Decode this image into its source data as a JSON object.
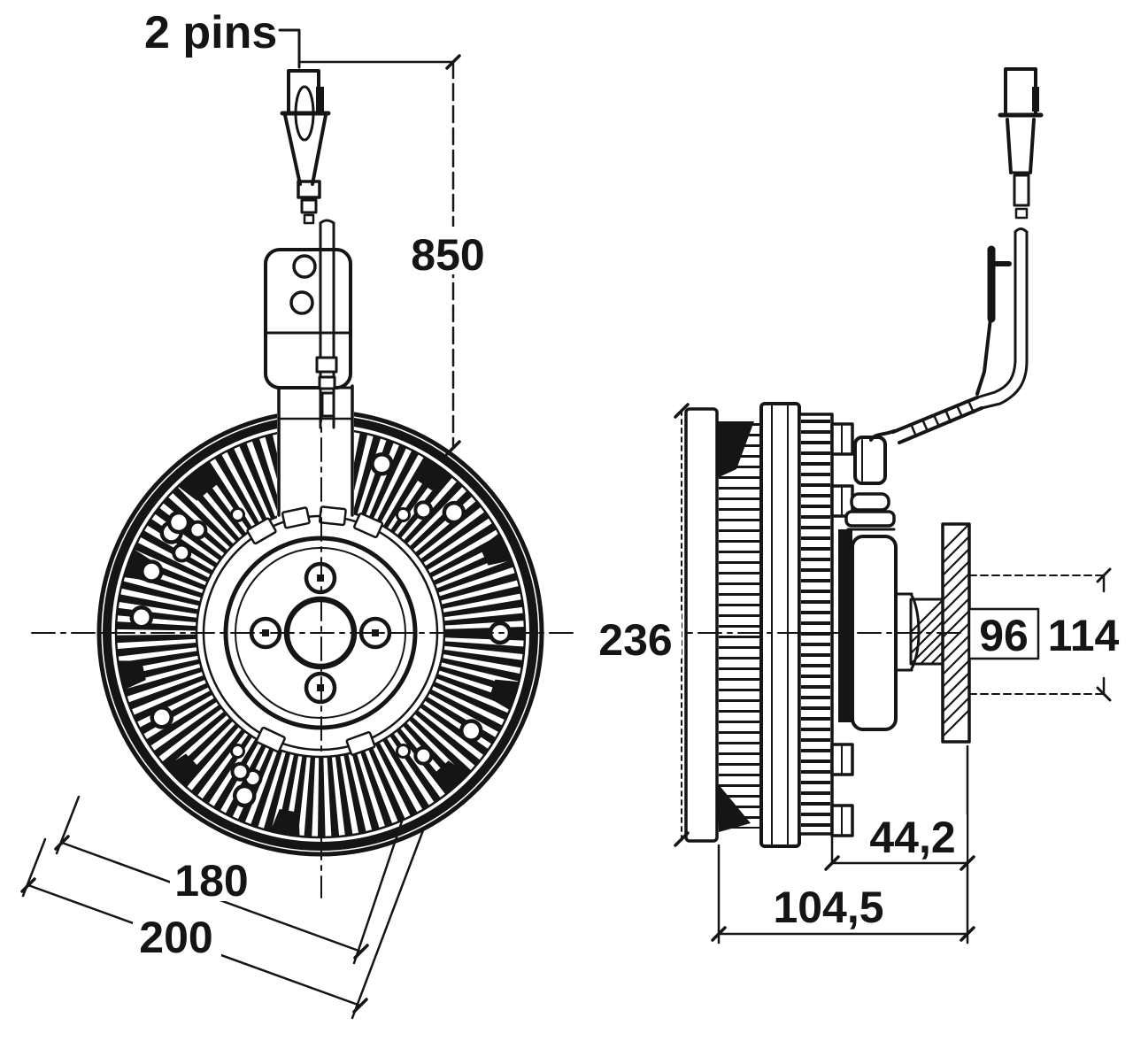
{
  "labels": {
    "pins": "2 pins",
    "cable_length": "850",
    "overall_height": "236",
    "hub_diameter": "96",
    "flange_diameter": "114",
    "depth_front": "44,2",
    "depth_total": "104,5",
    "bolt_circle_inner": "180",
    "bolt_circle_outer": "200"
  },
  "colors": {
    "line": "#151515",
    "background": "#ffffff"
  }
}
